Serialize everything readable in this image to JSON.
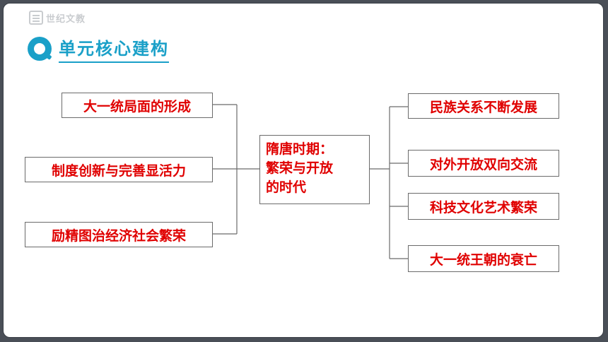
{
  "logo": {
    "text": "世纪文教"
  },
  "heading": {
    "icon": "q-search-icon",
    "title": "单元核心建构"
  },
  "center": {
    "text": "隋唐时期：\n繁荣与开放\n的时代"
  },
  "left_items": [
    {
      "label": "大一统局面的形成"
    },
    {
      "label": "制度创新与完善显活力"
    },
    {
      "label": "励精图治经济社会繁荣"
    }
  ],
  "right_items": [
    {
      "label": "民族关系不断发展"
    },
    {
      "label": "对外开放双向交流"
    },
    {
      "label": "科技文化艺术繁荣"
    },
    {
      "label": "大一统王朝的衰亡"
    }
  ],
  "colors": {
    "accent": "#1aa0c8",
    "text_red": "#e00000",
    "border": "#6b6b6b"
  }
}
